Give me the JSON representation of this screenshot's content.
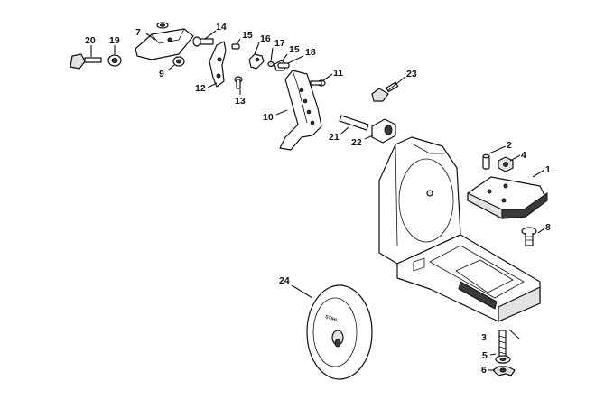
{
  "diagram": {
    "disc_text": "STIHL",
    "callouts": [
      {
        "id": "c1",
        "text": "1"
      },
      {
        "id": "c2",
        "text": "2"
      },
      {
        "id": "c3",
        "text": "3"
      },
      {
        "id": "c4",
        "text": "4"
      },
      {
        "id": "c5",
        "text": "5"
      },
      {
        "id": "c6",
        "text": "6"
      },
      {
        "id": "c7",
        "text": "7"
      },
      {
        "id": "c8",
        "text": "8"
      },
      {
        "id": "c9",
        "text": "9"
      },
      {
        "id": "c10",
        "text": "10"
      },
      {
        "id": "c11",
        "text": "11"
      },
      {
        "id": "c12",
        "text": "12"
      },
      {
        "id": "c13",
        "text": "13"
      },
      {
        "id": "c14",
        "text": "14"
      },
      {
        "id": "c15a",
        "text": "15"
      },
      {
        "id": "c15b",
        "text": "15"
      },
      {
        "id": "c16",
        "text": "16"
      },
      {
        "id": "c17",
        "text": "17"
      },
      {
        "id": "c18",
        "text": "18"
      },
      {
        "id": "c19",
        "text": "19"
      },
      {
        "id": "c20",
        "text": "20"
      },
      {
        "id": "c21",
        "text": "21"
      },
      {
        "id": "c22",
        "text": "22"
      },
      {
        "id": "c23",
        "text": "23"
      },
      {
        "id": "c24",
        "text": "24"
      }
    ]
  }
}
